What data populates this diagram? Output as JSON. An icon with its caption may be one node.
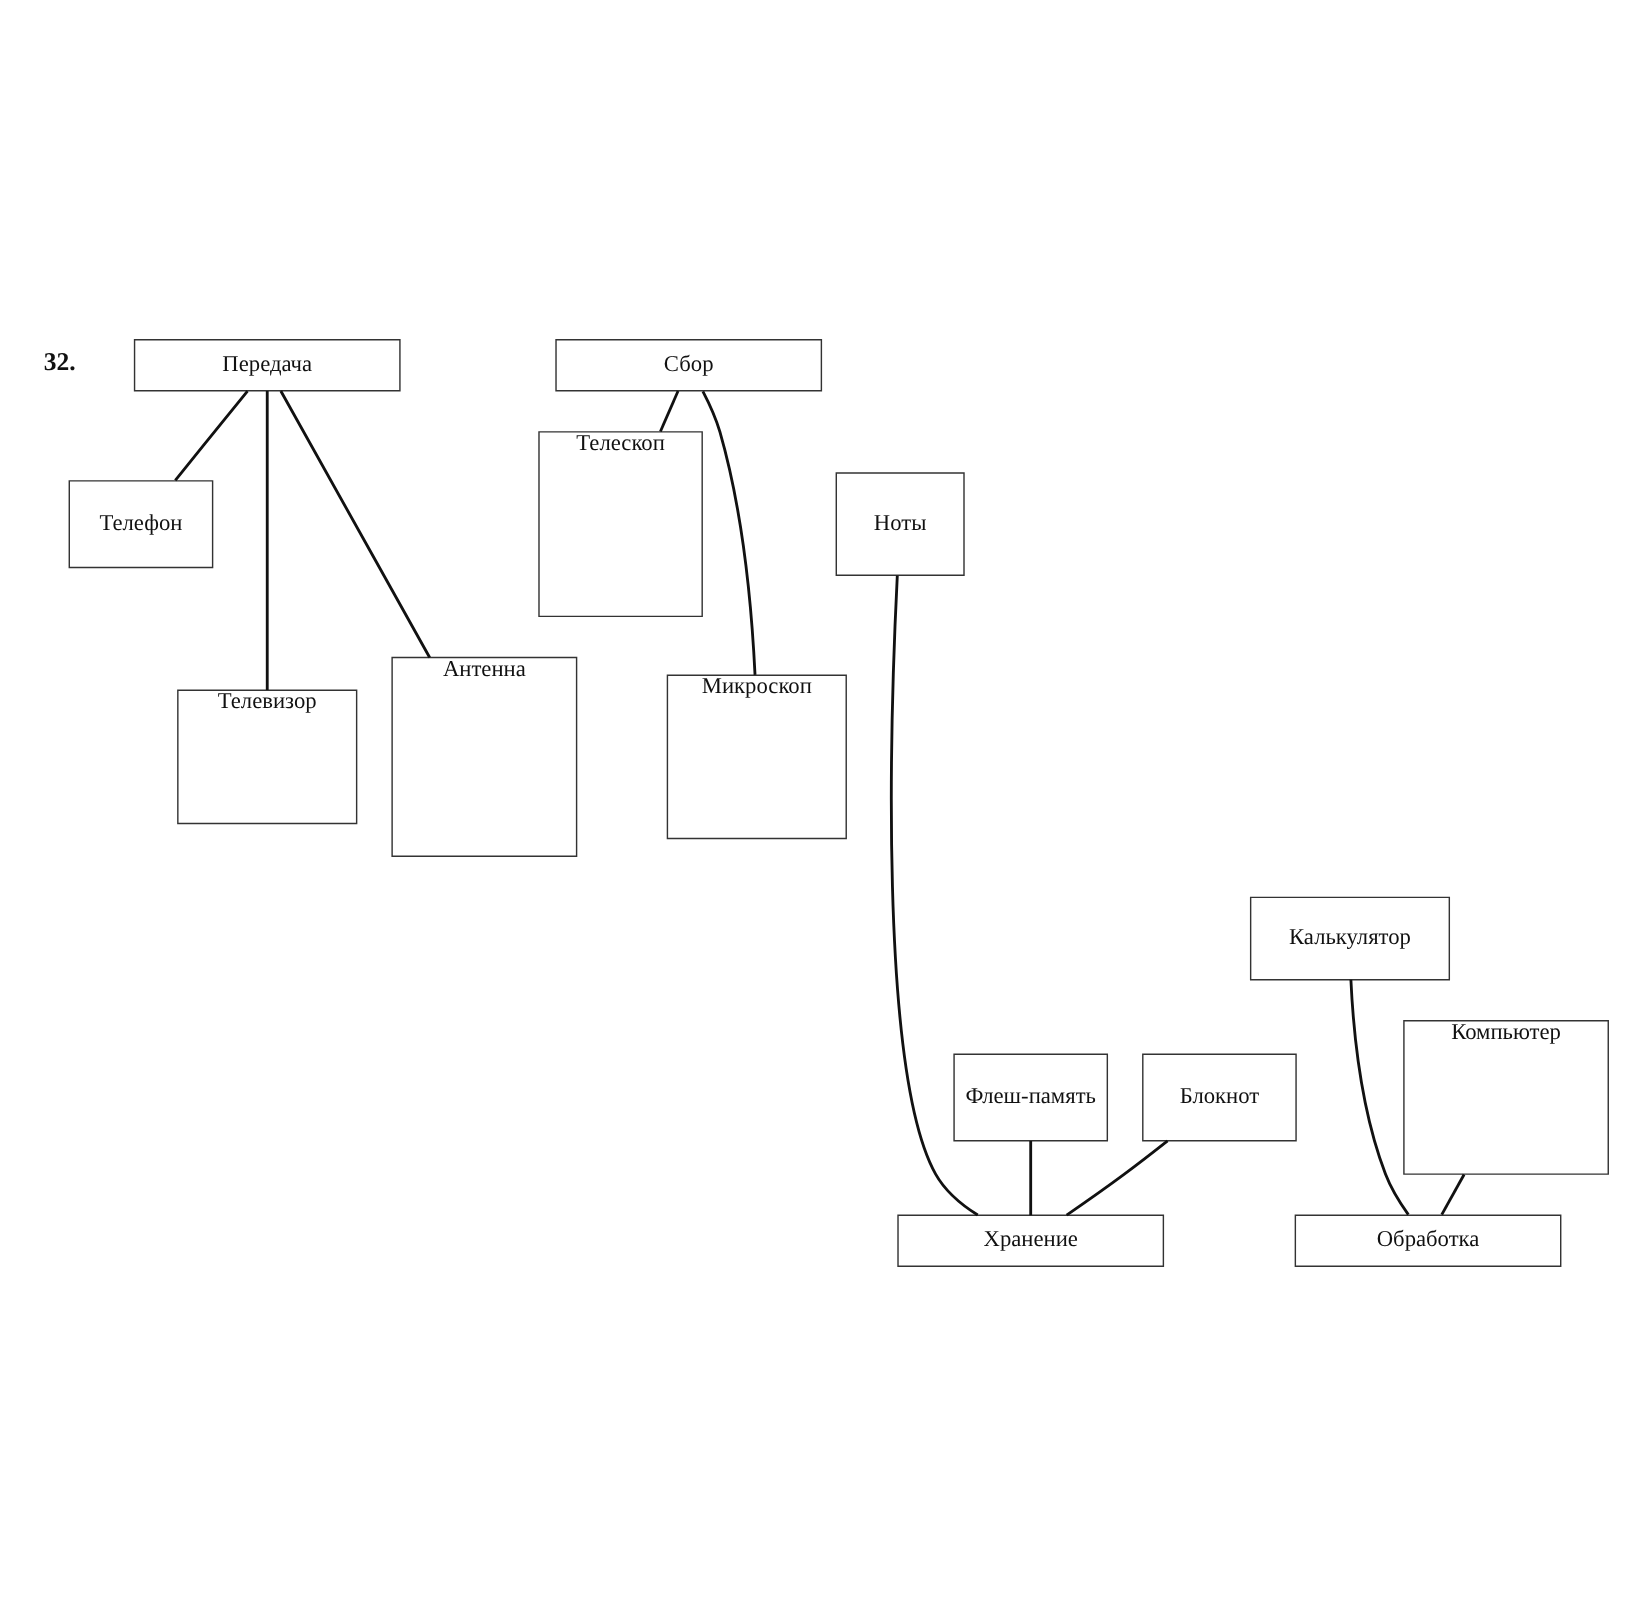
{
  "diagram": {
    "nodes": [
      {
        "text": [
          "Передача"
        ]
      },
      {
        "text": [
          "Сбор"
        ]
      },
      {
        "text": [
          "Телефон"
        ]
      },
      {
        "text": [
          "Телескоп"
        ]
      },
      {
        "text": [
          "Ноты"
        ]
      },
      {
        "text": [
          "Микроскоп"
        ]
      },
      {
        "text": [
          "Телевизор"
        ]
      },
      {
        "text": [
          "Антенна"
        ]
      },
      {
        "text": [
          "Калькулятор"
        ]
      },
      {
        "text": [
          "Компьютер"
        ]
      },
      {
        "text": [
          "Флеш-память"
        ]
      },
      {
        "text": [
          "Блокнот"
        ]
      },
      {
        "text": [
          "Хранение"
        ]
      },
      {
        "text": [
          "Обработка"
        ]
      }
    ],
    "edges": [
      {
        "from": 0,
        "to": 2,
        "arrow": "none"
      },
      {
        "from": 0,
        "to": 6,
        "arrow": "none"
      },
      {
        "from": 0,
        "to": 7,
        "arrow": "none"
      },
      {
        "from": 1,
        "to": 5,
        "arrow": "none"
      },
      {
        "from": 1,
        "to": 3,
        "arrow": "none"
      },
      {
        "from": 4,
        "to": 12,
        "arrow": "none"
      },
      {
        "from": 8,
        "to": 13,
        "arrow": "none"
      },
      {
        "from": 9,
        "to": 13,
        "arrow": "none"
      },
      {
        "from": 10,
        "to": 12,
        "arrow": "none"
      },
      {
        "from": 11,
        "to": 12,
        "arrow": "none"
      }
    ],
    "labels": [
      "32."
    ]
  }
}
